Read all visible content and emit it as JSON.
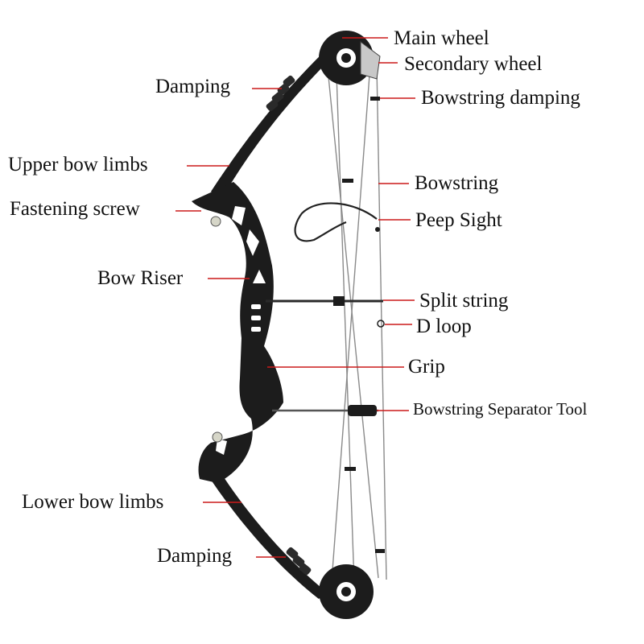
{
  "colors": {
    "leader_line": "#cc1a1a",
    "bow_body": "#1c1c1c",
    "string": "#8a8a8a",
    "background": "#ffffff"
  },
  "labels": {
    "main_wheel": "Main wheel",
    "secondary_wheel": "Secondary wheel",
    "bowstring_damping": "Bowstring damping",
    "damping_upper": "Damping",
    "upper_bow_limbs": "Upper bow limbs",
    "bowstring": "Bowstring",
    "fastening_screw": "Fastening screw",
    "peep_sight": "Peep Sight",
    "bow_riser": "Bow Riser",
    "split_string": "Split string",
    "d_loop": "D loop",
    "grip": "Grip",
    "bowstring_separator_tool": "Bowstring Separator Tool",
    "lower_bow_limbs": "Lower bow limbs",
    "damping_lower": "Damping"
  }
}
